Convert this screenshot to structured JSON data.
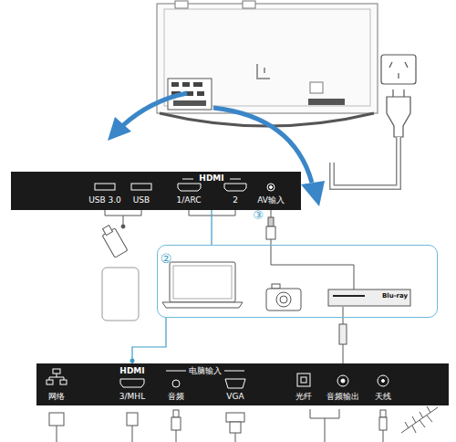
{
  "diagram": {
    "nodes": [
      {
        "text": [
          "USB 3.0",
          "USB",
          "HDMI",
          "1/ARC",
          "2",
          "AV输入"
        ]
      },
      {
        "text": [
          "②"
        ]
      },
      {
        "text": [
          "网络",
          "HDMI",
          "3/MHL",
          "电脑输入",
          "音频",
          "VGA",
          "光纤",
          "音频输出",
          "天线"
        ]
      }
    ],
    "edges": [
      {
        "from": 0,
        "to": 1,
        "arrow": "none"
      },
      {
        "from": 1,
        "to": 2,
        "arrow": "none"
      }
    ],
    "labels": [
      "③",
      "Blu-ray"
    ]
  }
}
